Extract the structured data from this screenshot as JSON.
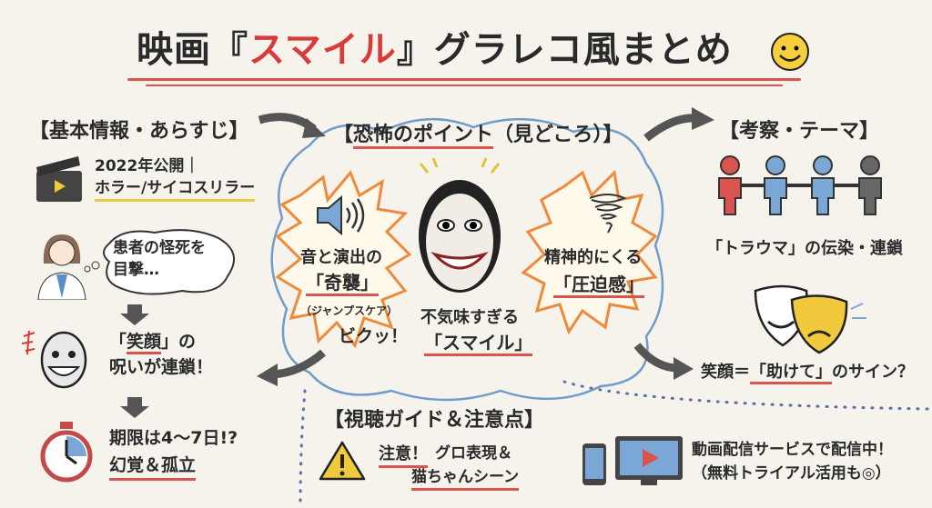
{
  "title": {
    "prefix": "映画『",
    "highlight": "スマイル",
    "suffix": "』グラレコ風まとめ"
  },
  "basic": {
    "heading": "【基本情報・あらすじ】",
    "release": "2022年公開｜",
    "genre": "ホラー/サイコスリラー",
    "bubble_line1": "患者の怪死を",
    "bubble_line2": "目撃…",
    "curse_q_open": "「",
    "curse_word": "笑顔",
    "curse_q_close": "」の",
    "curse_line2": "呪いが連鎖！",
    "deadline": "期限は4～7日!?",
    "effects": "幻覚＆孤立"
  },
  "fear": {
    "heading_pre": "【",
    "heading_main": "恐怖のポイント",
    "heading_post": "（見どころ）】",
    "sound_line1": "音と演出の",
    "sound_line2": "「奇襲」",
    "sound_note": "（ジャンプスケア）",
    "sound_exclaim": "ビクッ！",
    "smile_line1": "不気味すぎる",
    "smile_line2": "「スマイル」",
    "pressure_line1": "精神的にくる",
    "pressure_line2": "「圧迫感」"
  },
  "theme": {
    "heading": "【考察・テーマ】",
    "trauma": "「トラウマ」の伝染・連鎖",
    "sign_pre": "笑顔＝",
    "sign_main": "「助けて」",
    "sign_post": "のサイン？"
  },
  "guide": {
    "heading": "【視聴ガイド＆注意点】",
    "warn_label": "注意！",
    "warn_line1": "グロ表現＆",
    "warn_line2": "猫ちゃんシーン",
    "stream_line1": "動画配信サービスで配信中！",
    "stream_line2": "（無料トライアル活用も◎）"
  },
  "colors": {
    "accent_red": "#d93a3a",
    "highlight_yellow": "#f0c93c",
    "cloud_blue": "#6f9cc9",
    "background": "#f6f3ec"
  }
}
